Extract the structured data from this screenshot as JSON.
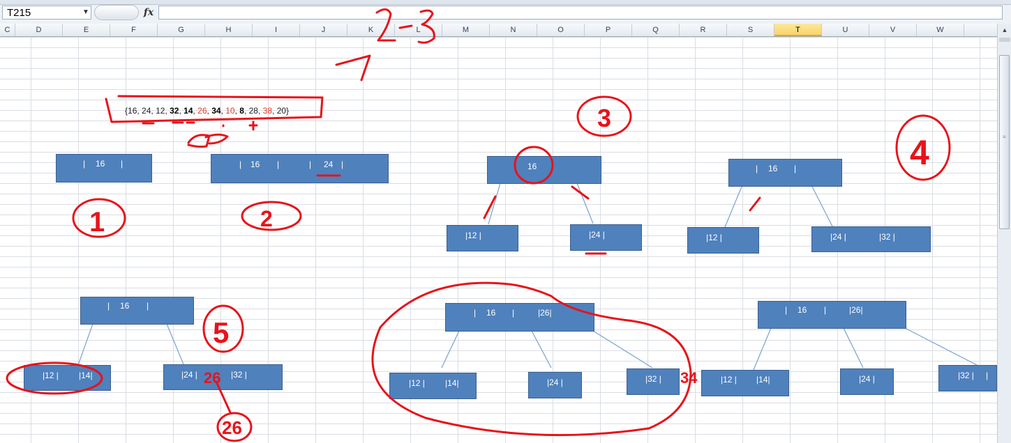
{
  "formula_bar": {
    "name_box": "T215",
    "fx_label": "fx",
    "formula": ""
  },
  "columns": [
    "C",
    "D",
    "E",
    "F",
    "G",
    "H",
    "I",
    "J",
    "K",
    "L",
    "M",
    "N",
    "O",
    "P",
    "Q",
    "R",
    "S",
    "T",
    "U",
    "V",
    "W"
  ],
  "active_column": "T",
  "sequence": {
    "open": "{",
    "items": [
      {
        "text": "16",
        "style": "plain"
      },
      {
        "text": "24",
        "style": "plain"
      },
      {
        "text": "12",
        "style": "plain"
      },
      {
        "text": "32",
        "style": "bold"
      },
      {
        "text": "14",
        "style": "bold"
      },
      {
        "text": "26",
        "style": "red"
      },
      {
        "text": "34",
        "style": "bold"
      },
      {
        "text": "10",
        "style": "red"
      },
      {
        "text": "8",
        "style": "bold"
      },
      {
        "text": "28",
        "style": "plain"
      },
      {
        "text": "38",
        "style": "red"
      },
      {
        "text": "20",
        "style": "plain"
      }
    ],
    "close": "}"
  },
  "nodes": {
    "s1_root": [
      "|",
      "16",
      "|"
    ],
    "s2_root": [
      "|",
      "16",
      "|",
      "|",
      "24",
      "|"
    ],
    "s3_root": [
      "16"
    ],
    "s3_left": [
      "|12 |"
    ],
    "s3_right": [
      "|24 |"
    ],
    "s4_root": [
      "|",
      "16",
      "|"
    ],
    "s4_left": [
      "|12 |"
    ],
    "s4_right": [
      "|24 |",
      "|32 |"
    ],
    "s5_root": [
      "|",
      "16",
      "|"
    ],
    "s5_left": [
      "|12 |",
      "|14|"
    ],
    "s5_right": [
      "|24 |",
      "|32 |"
    ],
    "s6_root": [
      "|",
      "16",
      "|",
      "|26|"
    ],
    "s6_a": [
      "|12 |",
      "|14|"
    ],
    "s6_b": [
      "|24 |"
    ],
    "s6_c": [
      "|32 |"
    ],
    "s7_root": [
      "|",
      "16",
      "|",
      "|26|"
    ],
    "s7_a": [
      "|12 |",
      "|14|"
    ],
    "s7_b": [
      "|24 |"
    ],
    "s7_c": [
      "|32 |",
      "|"
    ]
  },
  "annotations": {
    "top": "2-3",
    "arrow": "→",
    "step1": "1",
    "step2": "2",
    "step3": "3",
    "step4": "4",
    "step5": "5",
    "num26": "26",
    "num26b": "26",
    "num34": "34"
  },
  "colors": {
    "node_fill": "#4f81bd",
    "ink": "#e8131a",
    "connector": "#7aa1cc"
  }
}
